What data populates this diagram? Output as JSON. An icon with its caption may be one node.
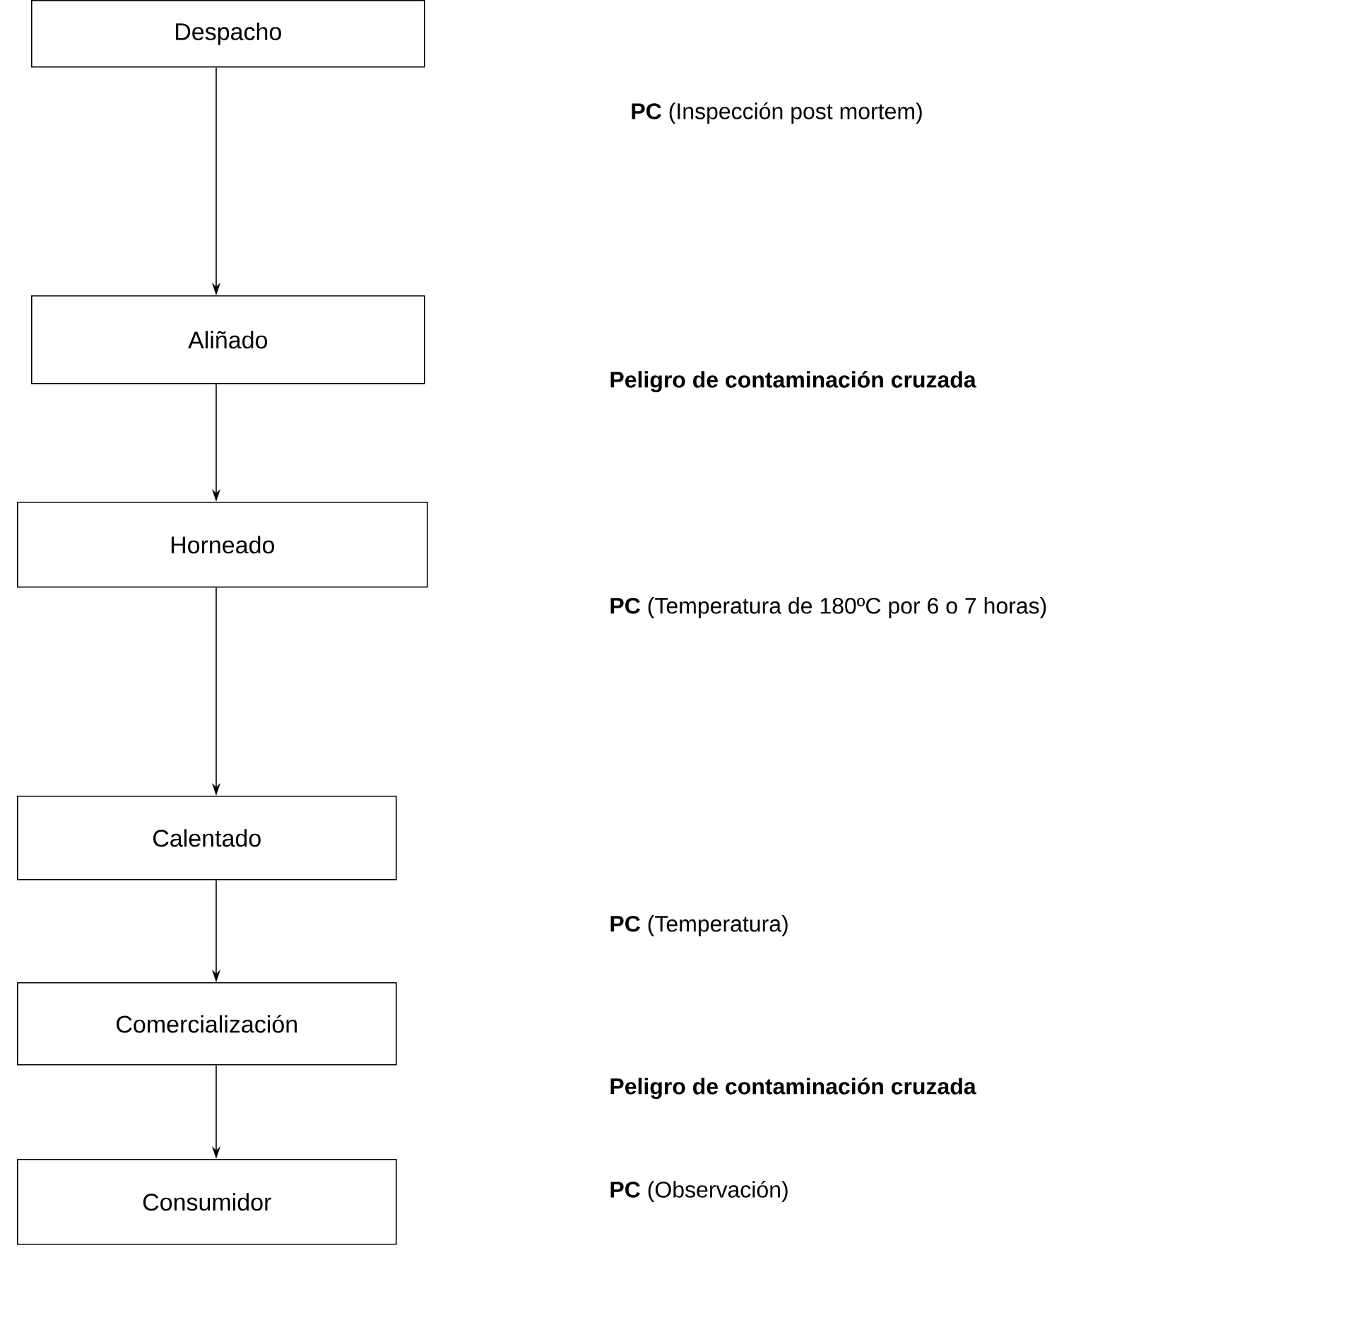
{
  "diagram": {
    "nodes": [
      {
        "text": [
          "Despacho"
        ]
      },
      {
        "text": [
          "Aliñado"
        ]
      },
      {
        "text": [
          "Horneado"
        ]
      },
      {
        "text": [
          "Calentado"
        ]
      },
      {
        "text": [
          "Comercialización"
        ]
      },
      {
        "text": [
          "Consumidor"
        ]
      }
    ],
    "edges": [
      {
        "from": 0,
        "to": 1,
        "arrow": "to"
      },
      {
        "from": 1,
        "to": 2,
        "arrow": "to"
      },
      {
        "from": 2,
        "to": 3,
        "arrow": "to"
      },
      {
        "from": 3,
        "to": 4,
        "arrow": "to"
      },
      {
        "from": 4,
        "to": 5,
        "arrow": "to"
      }
    ],
    "labels": [
      "**PC** (Inspección post mortem)",
      "Peligro de contaminación cruzada",
      "**PC** (Temperatura de 180ºC por 6 o 7 horas)",
      "**PC** (Temperatura)",
      "Peligro de contaminación cruzada",
      "**PC** (Observación)"
    ]
  }
}
